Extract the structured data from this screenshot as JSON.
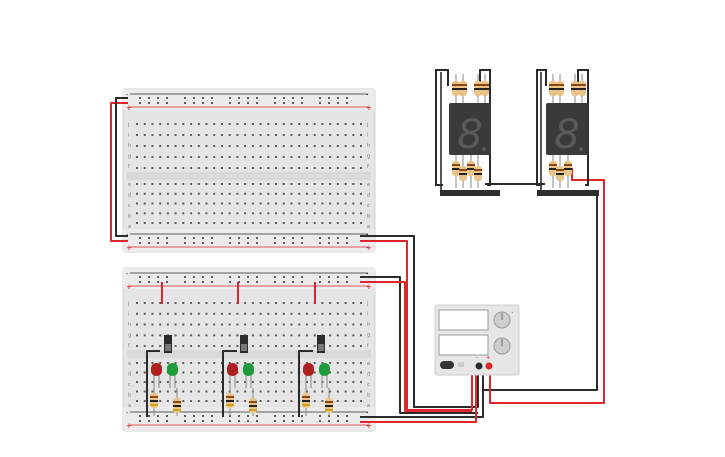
{
  "breadboard": {
    "rail_plus": "+",
    "rail_minus": "-",
    "row_labels_top": [
      "j",
      "i",
      "h",
      "g",
      "f"
    ],
    "row_labels_bottom": [
      "e",
      "d",
      "c",
      "b",
      "a"
    ],
    "column_count": 30
  },
  "seven_segment": {
    "digit": "8"
  },
  "power_supply": {
    "negative_terminal": "-",
    "positive_terminal": "+"
  },
  "colors": {
    "wire_red": "#e0262b",
    "wire_black": "#2b2b2b",
    "led_red": "#b02020",
    "led_green": "#1f9a3a",
    "board": "#e5e5e5",
    "display": "#3a3a3a",
    "resistor": "#e9c48a"
  }
}
